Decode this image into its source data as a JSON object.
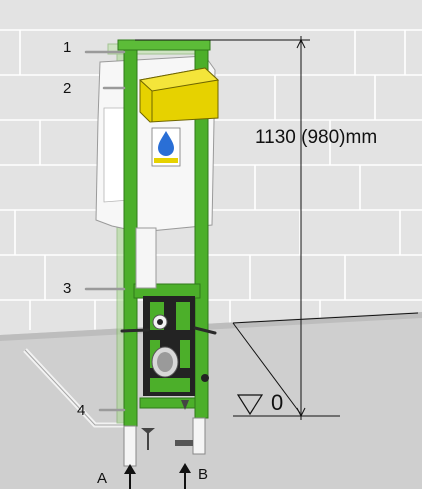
{
  "labels": {
    "fixing_1": "1",
    "fixing_2": "2",
    "fixing_3": "3",
    "fixing_4": "4",
    "connection_a": "A",
    "connection_b": "B",
    "height_dimension": "1130 (980)mm",
    "floor_level_mark": "0"
  },
  "colors": {
    "wall": "#e3e3e3",
    "floor": "#cfcfcf",
    "frame_green": "#4caf2a",
    "frame_green_dark": "#2f7a1a",
    "cistern_white": "#f7f7f7",
    "flush_button_yellow": "#e6d200",
    "dimension_line": "#111111",
    "sticker_blue": "#2a6fd6"
  }
}
